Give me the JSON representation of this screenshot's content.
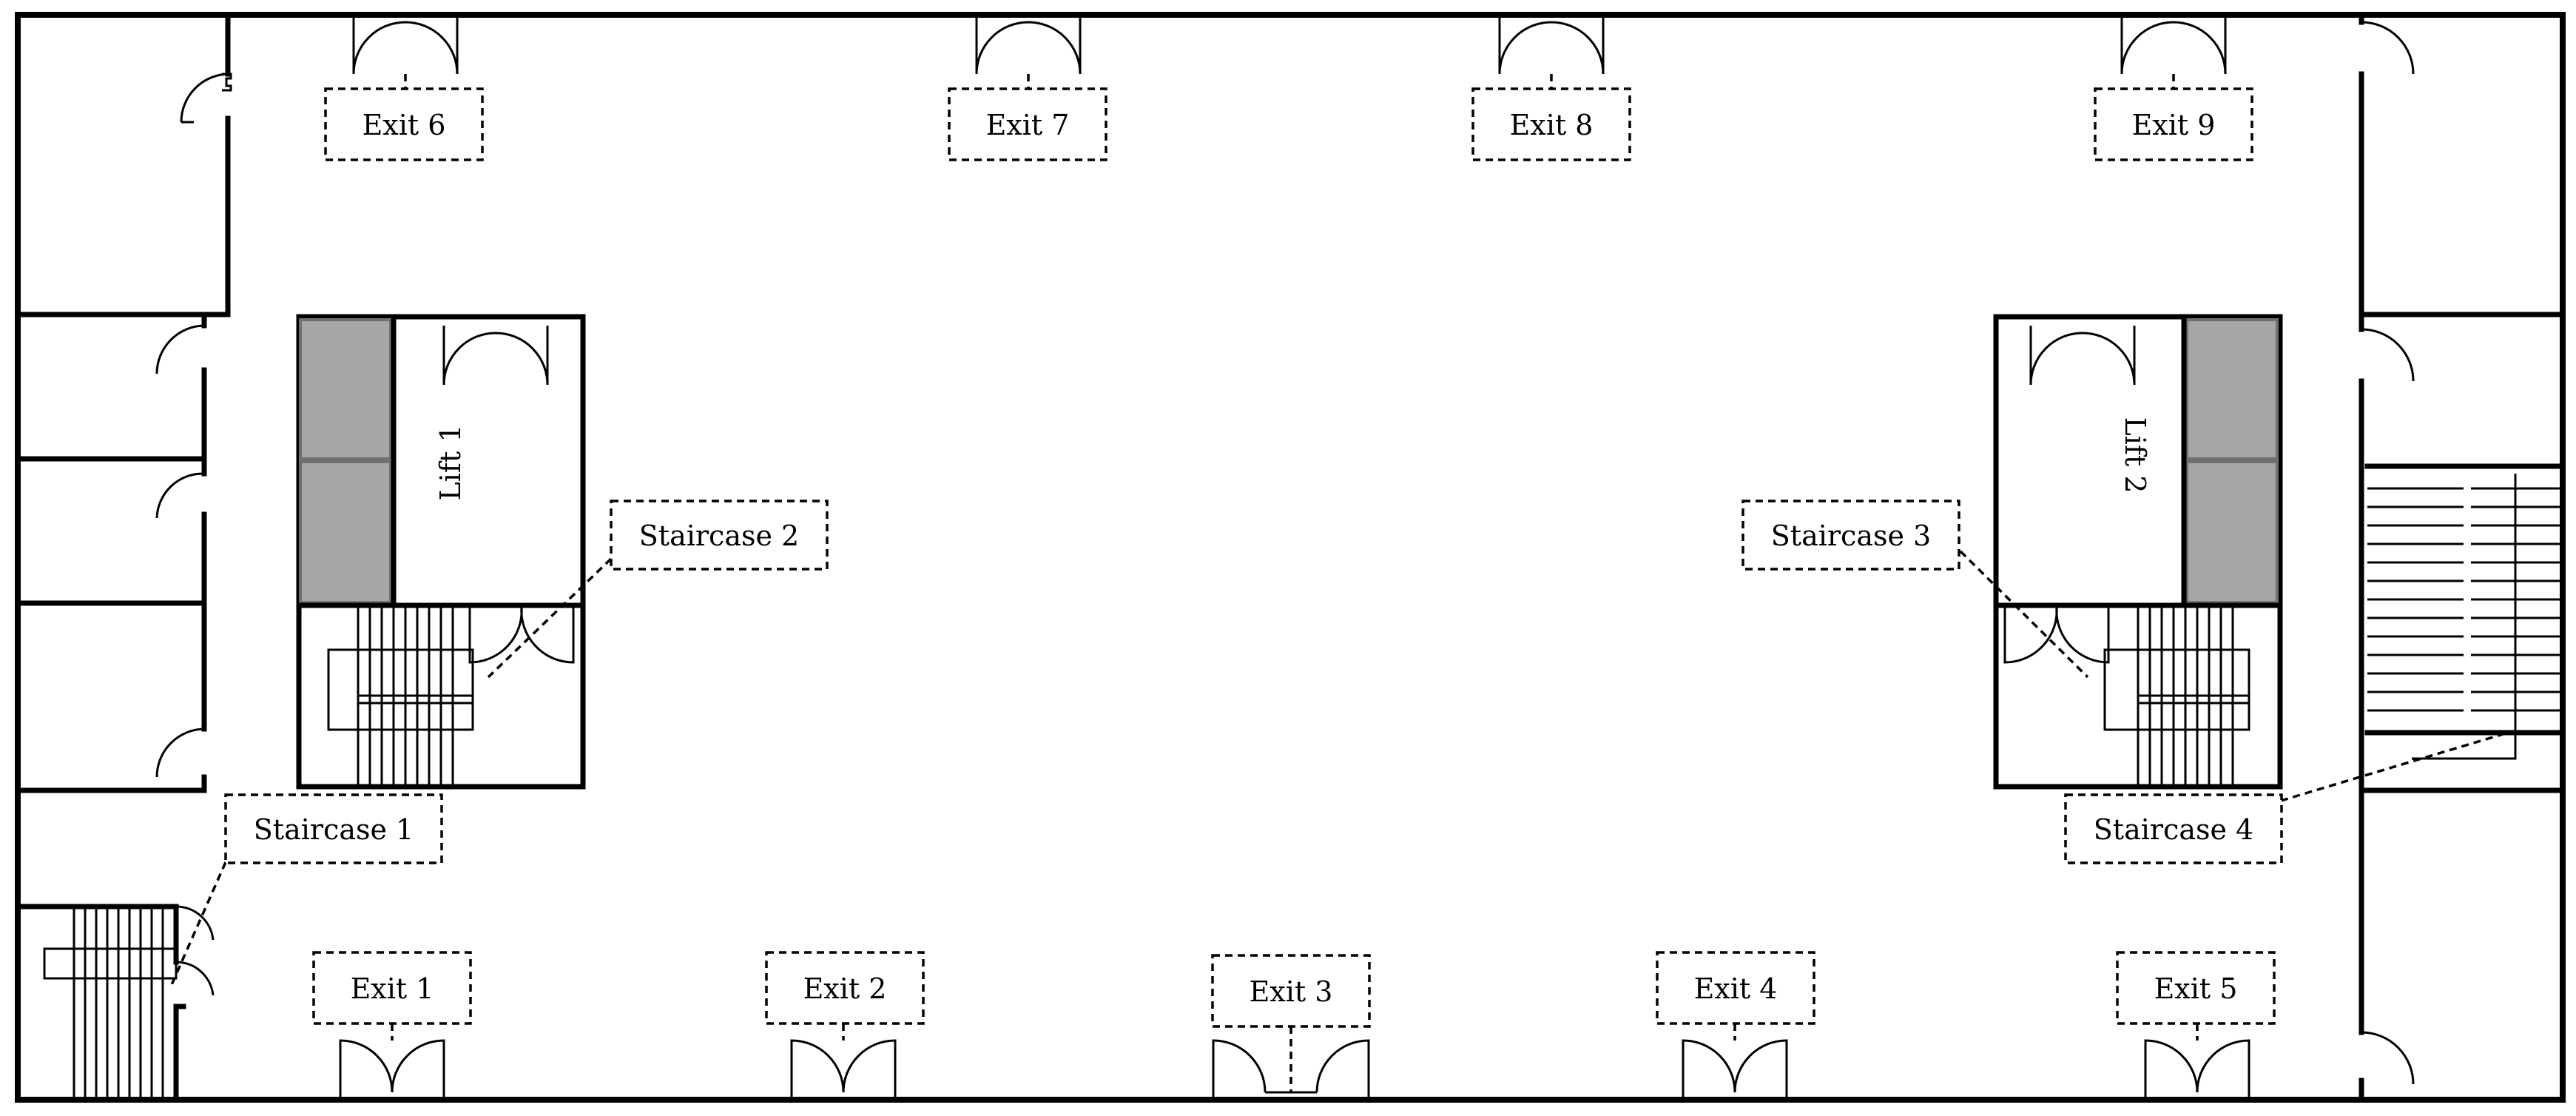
{
  "labels": {
    "exit_1": "Exit 1",
    "exit_2": "Exit 2",
    "exit_3": "Exit 3",
    "exit_4": "Exit 4",
    "exit_5": "Exit 5",
    "exit_6": "Exit 6",
    "exit_7": "Exit 7",
    "exit_8": "Exit 8",
    "exit_9": "Exit 9",
    "staircase_1": "Staircase 1",
    "staircase_2": "Staircase 2",
    "staircase_3": "Staircase 3",
    "staircase_4": "Staircase 4",
    "lift_1": "Lift 1",
    "lift_2": "Lift 2"
  },
  "colors": {
    "wall": "#000000",
    "lift_fill": "#a6a6a6",
    "background": "#ffffff"
  }
}
